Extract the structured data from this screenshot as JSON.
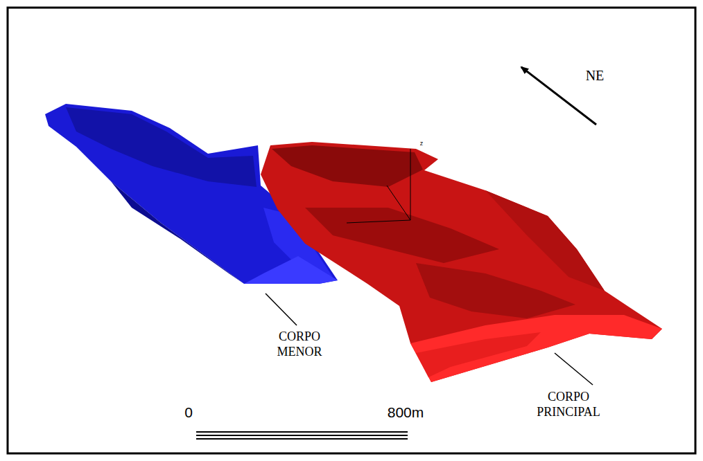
{
  "diagram": {
    "labels": [
      "NE",
      "z",
      "CORPO MENOR",
      "CORPO PRINCIPAL",
      "0",
      "800m"
    ]
  }
}
